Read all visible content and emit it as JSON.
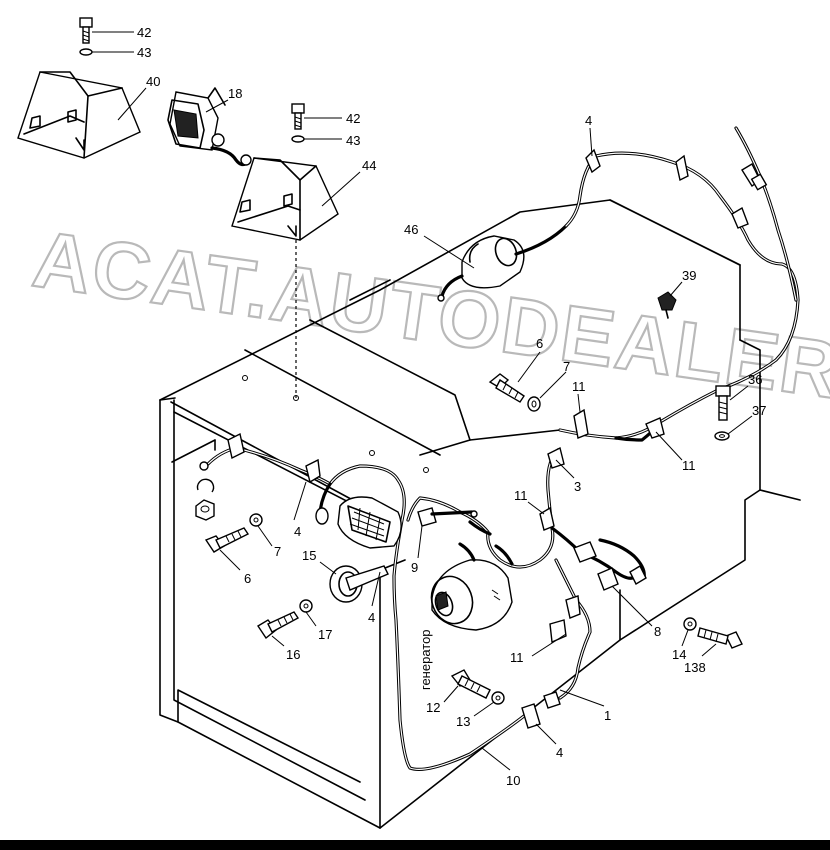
{
  "watermark": "ACAT.AUTODEALER.RU",
  "side_text": "генератор",
  "callouts": {
    "c42a": "42",
    "c43a": "43",
    "c40": "40",
    "c18": "18",
    "c42b": "42",
    "c43b": "43",
    "c44": "44",
    "c4top": "4",
    "c46": "46",
    "c39": "39",
    "c6a": "6",
    "c7a": "7",
    "c11a": "11",
    "c36": "36",
    "c37": "37",
    "c11b": "11",
    "c3": "3",
    "c11c": "11",
    "c4a": "4",
    "c7b": "7",
    "c6b": "6",
    "c15": "15",
    "c9": "9",
    "c4b": "4",
    "c17": "17",
    "c16": "16",
    "c8": "8",
    "c14": "14",
    "c138": "138",
    "c11d": "11",
    "c12": "12",
    "c13": "13",
    "c1": "1",
    "c4c": "4",
    "c10": "10"
  }
}
